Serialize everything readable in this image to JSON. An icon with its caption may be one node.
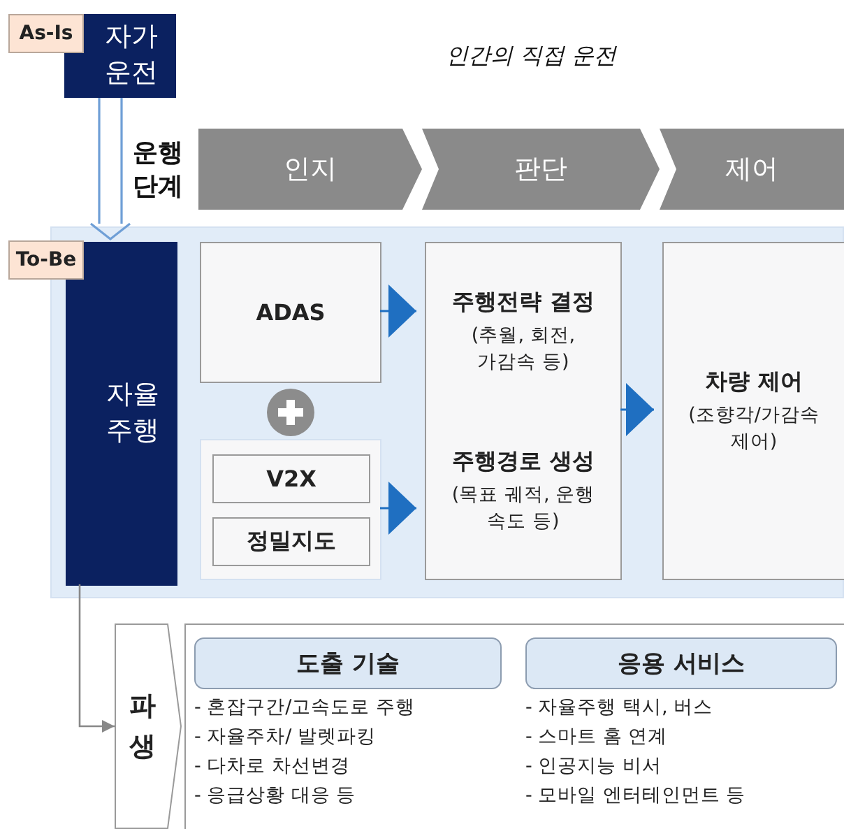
{
  "diagram": {
    "nodes": [
      {
        "text": [
          "As-Is"
        ]
      },
      {
        "text": [
          "자가 운전"
        ]
      },
      {
        "text": [
          "인지"
        ]
      },
      {
        "text": [
          "판단"
        ]
      },
      {
        "text": [
          "제어"
        ]
      },
      {
        "text": [],
        "shape": "box"
      },
      {
        "text": [
          "To-Be"
        ]
      },
      {
        "text": [
          "자율 주행"
        ],
        "in": 5
      },
      {
        "text": [
          "ADAS"
        ],
        "in": 5
      },
      {
        "text": [],
        "shape": "box",
        "in": 5
      },
      {
        "text": [
          "V2X"
        ],
        "in": 9
      },
      {
        "text": [
          "정밀지도"
        ],
        "in": 9
      },
      {
        "text": [
          "주행전략 결정",
          "(추월, 회전, 가감속 등)",
          "주행경로 생성",
          "(목표 궤적, 운행 속도 등)"
        ],
        "in": 5
      },
      {
        "text": [
          "차량 제어",
          "(조향각/가감속 제어)"
        ],
        "in": 5
      },
      {
        "text": [
          "파생"
        ]
      },
      {
        "text": [
          "- 혼잡구간/고속도로 주행",
          "- 자율주차/ 발렛파킹",
          "- 다차로 차선변경",
          "- 응급상황 대응 등",
          "- 자율주행 택시, 버스",
          "- 스마트 홈 연계",
          "- 인공지능 비서",
          "- 모바일 엔터테인먼트 등"
        ]
      },
      {
        "text": [
          "도출 기술"
        ],
        "in": 15
      },
      {
        "text": [
          "응용 서비스"
        ],
        "in": 15
      }
    ],
    "edges": [
      {
        "from": 1,
        "to": 7,
        "arrow": "to"
      },
      {
        "from": 8,
        "to": 12,
        "arrow": "to"
      },
      {
        "from": 9,
        "to": 12,
        "arrow": "to"
      },
      {
        "from": 12,
        "to": 13,
        "arrow": "to"
      },
      {
        "from": 7,
        "to": 14,
        "arrow": "to",
        "color": "#888888"
      }
    ],
    "labels": [
      "인간의 직접 운전",
      "운행 단계"
    ]
  }
}
